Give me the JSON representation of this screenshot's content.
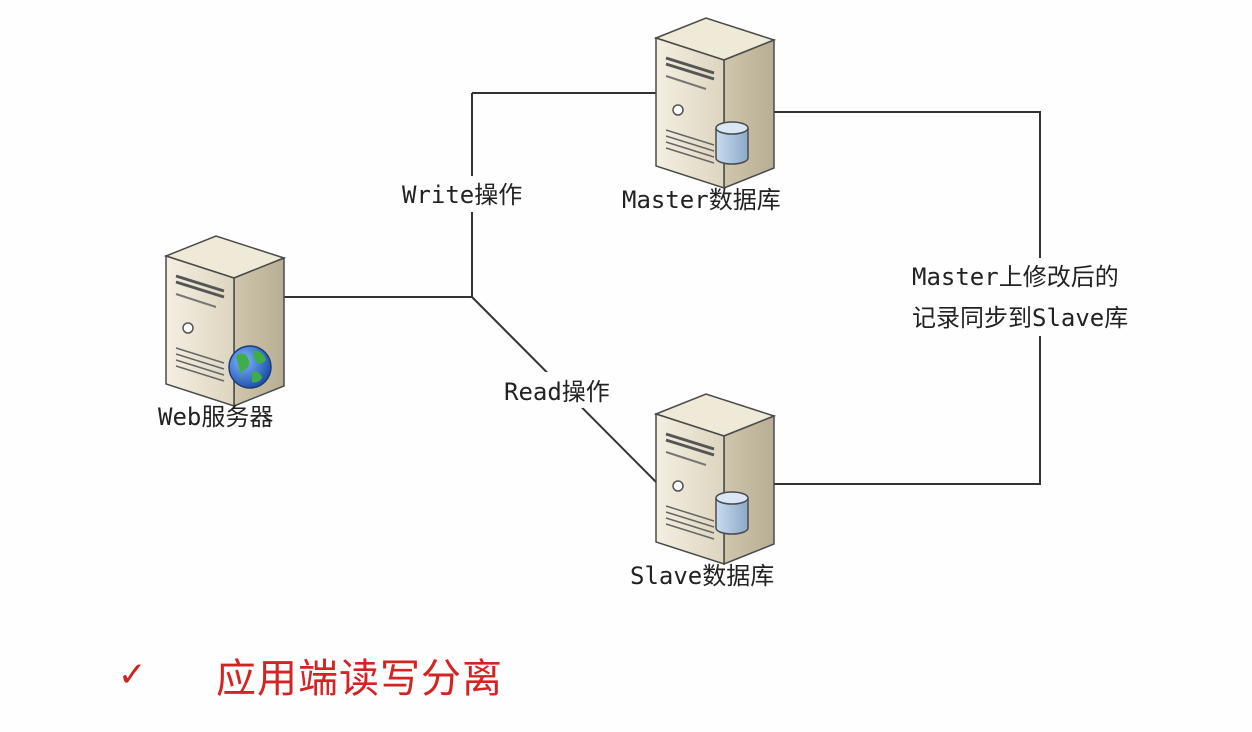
{
  "diagram": {
    "nodes": {
      "web": {
        "label": "Web服务器"
      },
      "master": {
        "label": "Master数据库"
      },
      "slave": {
        "label": "Slave数据库"
      }
    },
    "edges": {
      "write": {
        "label": "Write操作"
      },
      "read": {
        "label": "Read操作"
      },
      "sync": {
        "label_line1": "Master上修改后的",
        "label_line2": "记录同步到Slave库"
      }
    }
  },
  "bullet": {
    "icon": "checkmark-icon",
    "mark": "✓",
    "text": "应用端读写分离"
  },
  "colors": {
    "accent": "#d42323",
    "line": "#333333",
    "server_body": "#e9e2cf",
    "database": "#9fbcd9",
    "globe": "#2a6fcf"
  }
}
